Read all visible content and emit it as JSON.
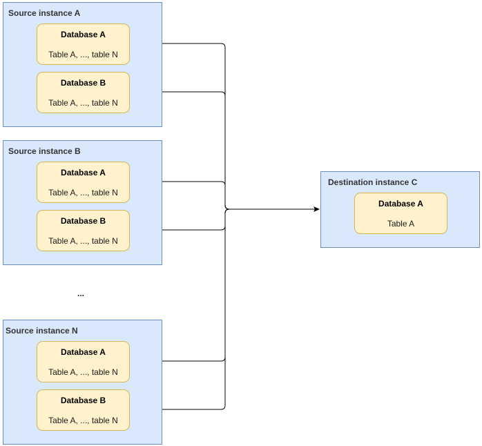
{
  "sources": [
    {
      "title": "Source instance A",
      "databases": [
        {
          "name": "Database A",
          "tables": "Table A, ..., table N"
        },
        {
          "name": "Database B",
          "tables": "Table A, ..., table N"
        }
      ]
    },
    {
      "title": "Source instance B",
      "databases": [
        {
          "name": "Database A",
          "tables": "Table A, ..., table N"
        },
        {
          "name": "Database B",
          "tables": "Table A, ..., table N"
        }
      ]
    },
    {
      "title": "Source instance N",
      "databases": [
        {
          "name": "Database A",
          "tables": "Table A, ..., table N"
        },
        {
          "name": "Database B",
          "tables": "Table A, ..., table N"
        }
      ]
    }
  ],
  "ellipsis": "...",
  "destination": {
    "title": "Destination instance C",
    "database": {
      "name": "Database A",
      "tables": "Table A"
    }
  }
}
